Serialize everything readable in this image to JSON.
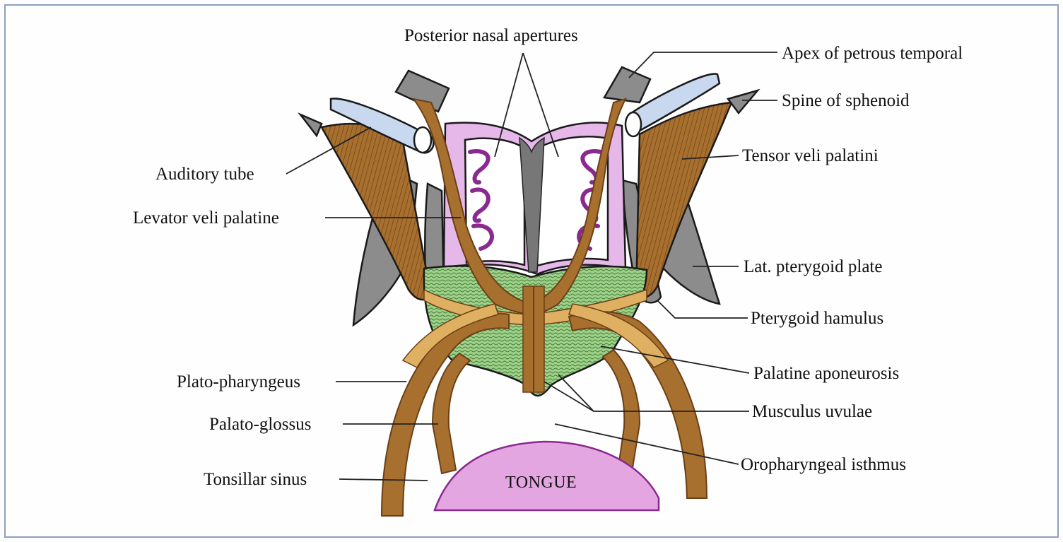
{
  "labels": {
    "posterior_nasal_apertures": "Posterior nasal apertures",
    "apex_of_petrous_temporal": "Apex of petrous temporal",
    "spine_of_sphenoid": "Spine of sphenoid",
    "tensor_veli_palatini": "Tensor veli palatini",
    "auditory_tube": "Auditory tube",
    "levator_veli_palatine": "Levator veli palatine",
    "lat_pterygoid_plate": "Lat. pterygoid plate",
    "pterygoid_hamulus": "Pterygoid hamulus",
    "plato_pharyngeus": "Plato-pharyngeus",
    "palatine_aponeurosis": "Palatine aponeurosis",
    "musculus_uvulae": "Musculus uvulae",
    "palato_glossus": "Palato-glossus",
    "oropharyngeal_isthmus": "Oropharyngeal isthmus",
    "tonsillar_sinus": "Tonsillar sinus",
    "tongue": "TONGUE"
  },
  "colors": {
    "muscle": "#a8702f",
    "muscle_dark": "#6b3f17",
    "tendon": "#e0b062",
    "nasal": "#e6b8ea",
    "nasal_outline": "#8a2a90",
    "aponeurosis": "#9fd18a",
    "bone": "#8c8c8c",
    "tube": "#c8d8ee",
    "tongue": "#e4a6e0",
    "frame": "#8fa0c0"
  }
}
